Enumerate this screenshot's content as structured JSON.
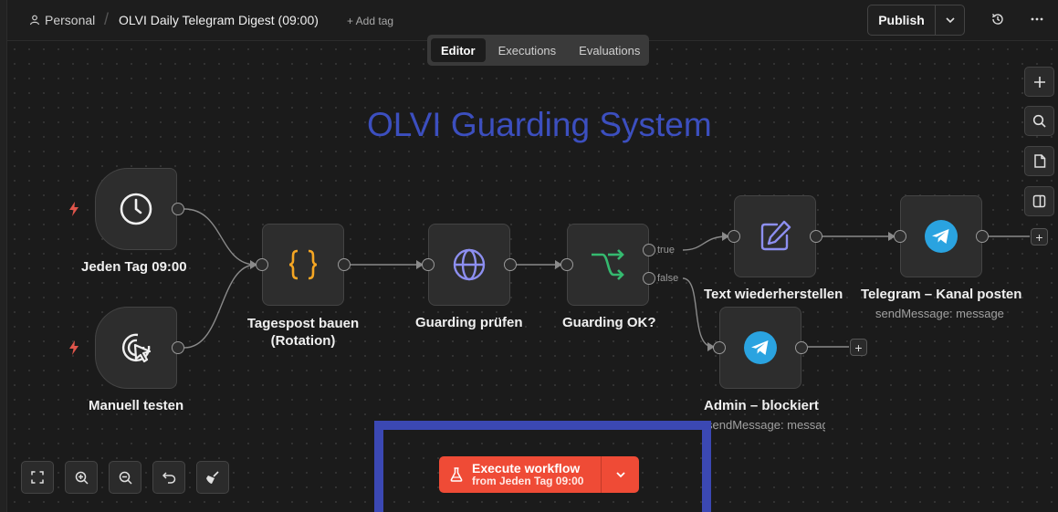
{
  "header": {
    "breadcrumb_project": "Personal",
    "workflow_title": "OLVI Daily Telegram Digest (09:00)",
    "add_tag": "+ Add tag",
    "publish": "Publish"
  },
  "tabs": [
    {
      "label": "Editor",
      "active": true
    },
    {
      "label": "Executions",
      "active": false
    },
    {
      "label": "Evaluations",
      "active": false
    }
  ],
  "canvas": {
    "sticky_note": "OLVI Guarding System",
    "nodes": {
      "schedule": {
        "label": "Jeden Tag 09:00",
        "icon": "clock-icon"
      },
      "manual": {
        "label": "Manuell testen",
        "icon": "cursor-click-icon"
      },
      "code": {
        "label_line1": "Tagespost bauen",
        "label_line2": "(Rotation)",
        "icon": "curly-braces-icon"
      },
      "http": {
        "label": "Guarding prüfen",
        "icon": "globe-icon"
      },
      "if": {
        "label": "Guarding OK?",
        "icon": "branch-icon",
        "true_label": "true",
        "false_label": "false"
      },
      "edit": {
        "label": "Text wiederherstellen",
        "icon": "pencil-square-icon"
      },
      "telegram_channel": {
        "label": "Telegram – Kanal posten",
        "subtitle": "sendMessage: message",
        "icon": "telegram-icon"
      },
      "telegram_admin": {
        "label": "Admin – blockiert",
        "subtitle": "sendMessage: message",
        "icon": "telegram-icon"
      }
    }
  },
  "execute": {
    "title": "Execute workflow",
    "subtitle": "from Jeden Tag 09:00"
  },
  "colors": {
    "accent": "#ef4b36",
    "sticky_text": "#3c4fbf",
    "highlight_border": "#3b48b3",
    "code_icon": "#f5a623",
    "http_icon": "#8d8ff0",
    "if_icon": "#35b96f",
    "telegram": "#2aa3e0"
  }
}
